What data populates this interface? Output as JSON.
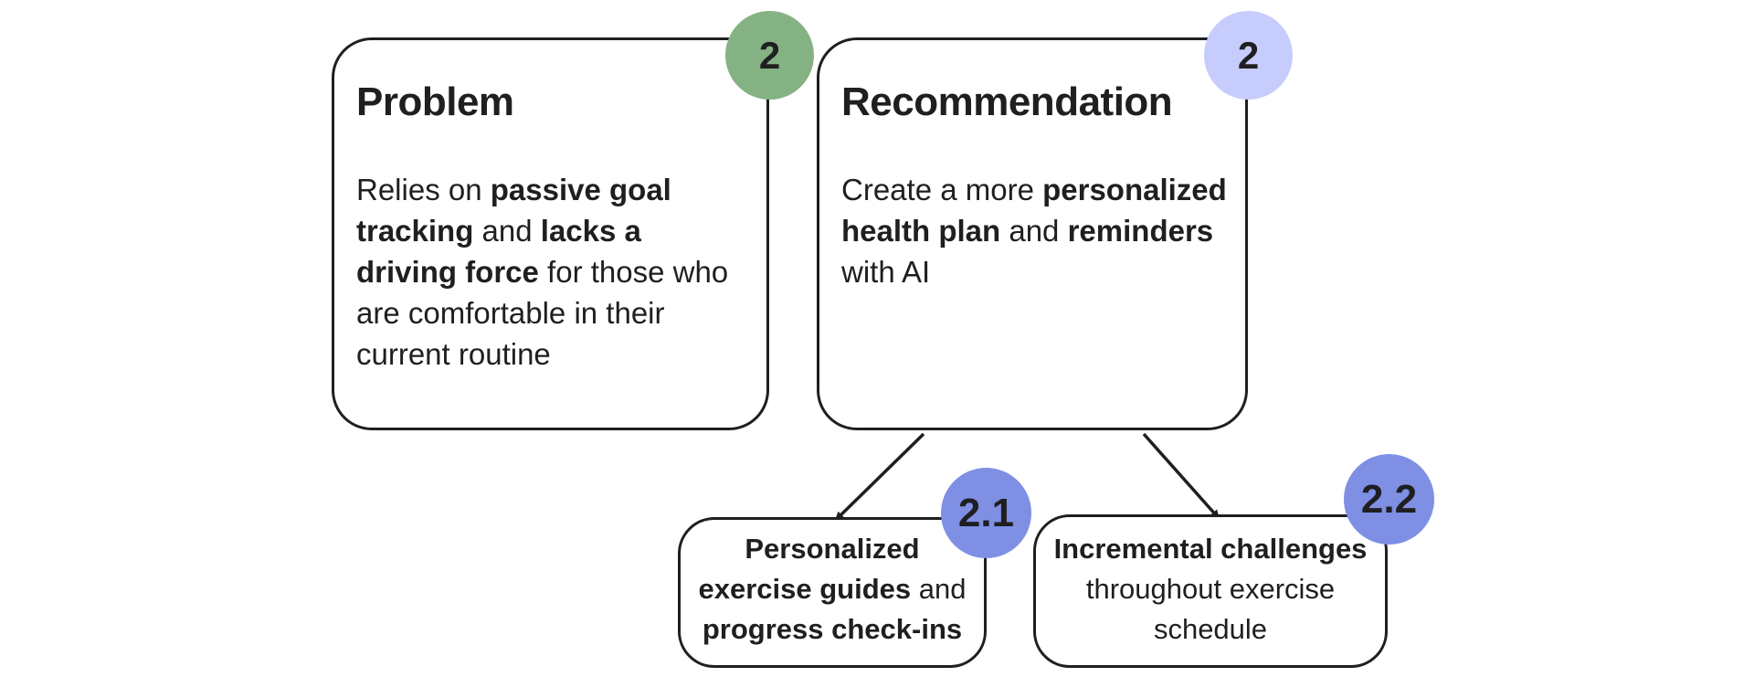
{
  "problem_card": {
    "badge": "2",
    "title": "Problem",
    "body": [
      {
        "text": "Relies on ",
        "bold": false
      },
      {
        "text": "passive goal tracking",
        "bold": true
      },
      {
        "text": " and ",
        "bold": false
      },
      {
        "text": "lacks a driving force",
        "bold": true
      },
      {
        "text": " for those who are comfortable in their current routine",
        "bold": false
      }
    ]
  },
  "recommendation_card": {
    "badge": "2",
    "title": "Recommendation",
    "body": [
      {
        "text": "Create a more ",
        "bold": false
      },
      {
        "text": "personalized health plan",
        "bold": true
      },
      {
        "text": " and ",
        "bold": false
      },
      {
        "text": "reminders",
        "bold": true
      },
      {
        "text": " with AI",
        "bold": false
      }
    ]
  },
  "sub_cards": [
    {
      "badge": "2.1",
      "body": [
        {
          "text": "Personalized exercise guides",
          "bold": true
        },
        {
          "text": " and ",
          "bold": false
        },
        {
          "text": "progress check-ins",
          "bold": true
        }
      ]
    },
    {
      "badge": "2.2",
      "body": [
        {
          "text": "Incremental challenges",
          "bold": true
        },
        {
          "text": " throughout exercise schedule",
          "bold": false
        }
      ]
    }
  ],
  "colors": {
    "problem_badge": "#85b283",
    "recommendation_badge": "#c6ccfc",
    "sub_badge": "#7e8fe4",
    "stroke": "#1f1f22"
  }
}
